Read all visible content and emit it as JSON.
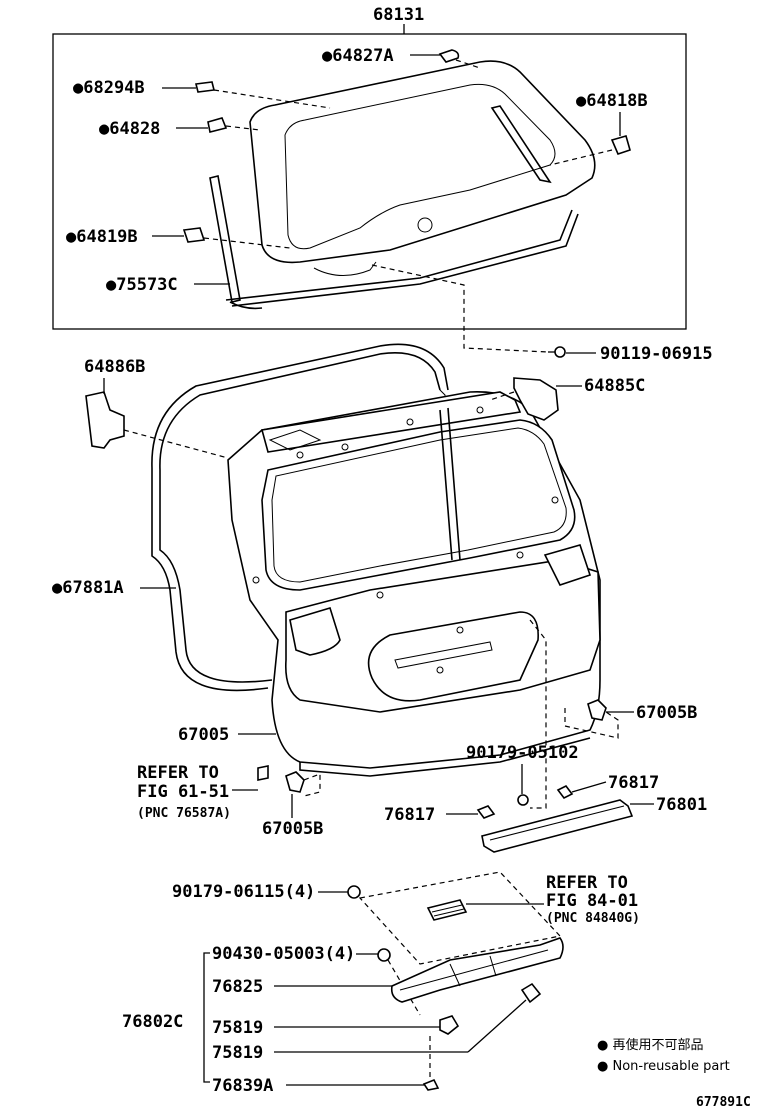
{
  "labels": {
    "l68131": "68131",
    "l64827A": "●64827A",
    "l68294B": "●68294B",
    "l64828": "●64828",
    "l64818B": "●64818B",
    "l64819B": "●64819B",
    "l75573C": "●75573C",
    "l90119": "90119-06915",
    "l64886B": "64886B",
    "l64885C": "64885C",
    "l67881A": "●67881A",
    "l67005": "67005",
    "l67005B_r": "67005B",
    "l67005B_l": "67005B",
    "l90179_05102": "90179-05102",
    "l76817_r": "76817",
    "l76817_l": "76817",
    "l76801": "76801",
    "l90179_06115": "90179-06115(4)",
    "l90430": "90430-05003(4)",
    "l76825": "76825",
    "l76802C": "76802C",
    "l75819_a": "75819",
    "l75819_b": "75819",
    "l76839A": "76839A"
  },
  "refs": {
    "r1_line1": "REFER TO",
    "r1_line2": "FIG 61-51",
    "r1_line3": "(PNC 76587A)",
    "r2_line1": "REFER TO",
    "r2_line2": "FIG 84-01",
    "r2_line3": "(PNC 84840G)"
  },
  "legend": {
    "item1": "● 再使用不可部品",
    "item2": "● Non-reusable part"
  },
  "figure_id": "677891C"
}
